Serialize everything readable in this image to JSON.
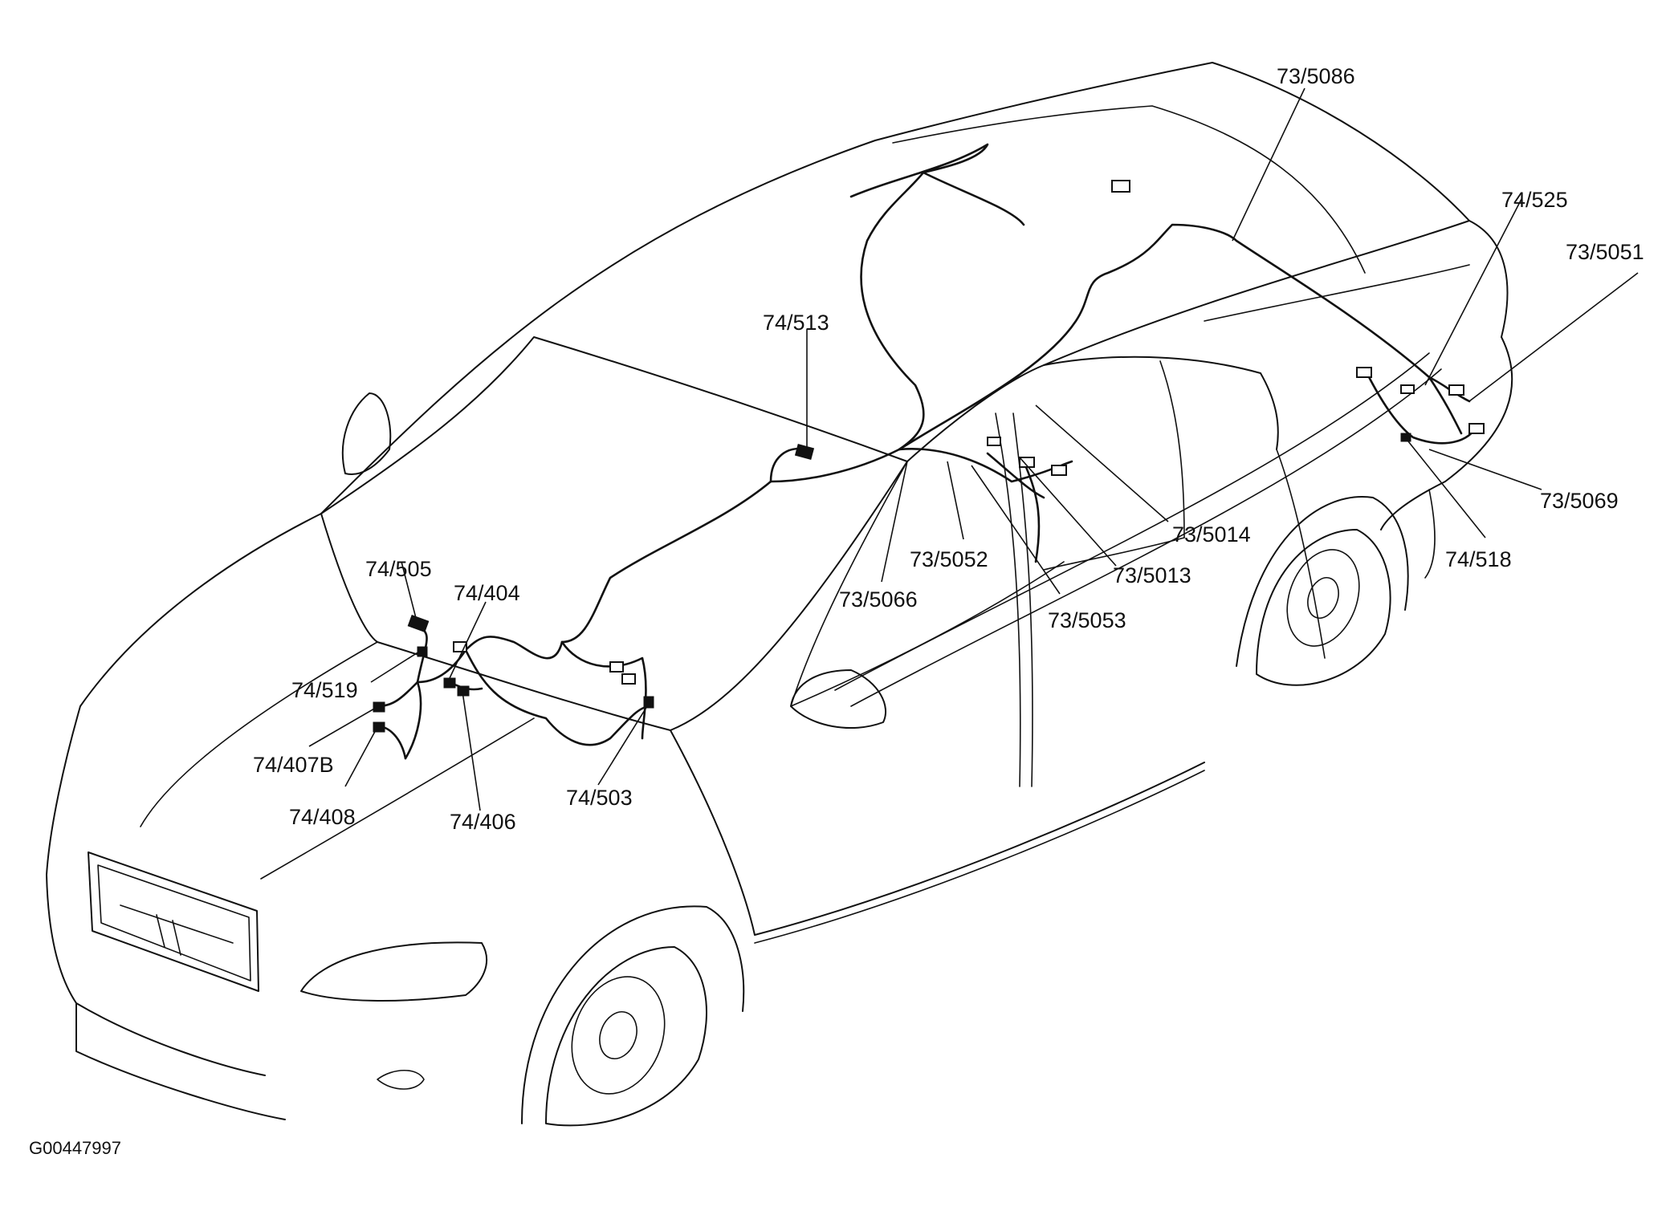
{
  "figure": {
    "id": "G00447997"
  },
  "callouts": [
    {
      "key": "c_73_5086",
      "text": "73/5086"
    },
    {
      "key": "c_74_525",
      "text": "74/525"
    },
    {
      "key": "c_73_5051",
      "text": "73/5051"
    },
    {
      "key": "c_74_513",
      "text": "74/513"
    },
    {
      "key": "c_73_5069",
      "text": "73/5069"
    },
    {
      "key": "c_74_518",
      "text": "74/518"
    },
    {
      "key": "c_73_5014",
      "text": "73/5014"
    },
    {
      "key": "c_73_5013",
      "text": "73/5013"
    },
    {
      "key": "c_73_5052",
      "text": "73/5052"
    },
    {
      "key": "c_73_5066",
      "text": "73/5066"
    },
    {
      "key": "c_73_5053",
      "text": "73/5053"
    },
    {
      "key": "c_74_505",
      "text": "74/505"
    },
    {
      "key": "c_74_404",
      "text": "74/404"
    },
    {
      "key": "c_74_519",
      "text": "74/519"
    },
    {
      "key": "c_74_407B",
      "text": "74/407B"
    },
    {
      "key": "c_74_408",
      "text": "74/408"
    },
    {
      "key": "c_74_406",
      "text": "74/406"
    },
    {
      "key": "c_74_503",
      "text": "74/503"
    }
  ]
}
